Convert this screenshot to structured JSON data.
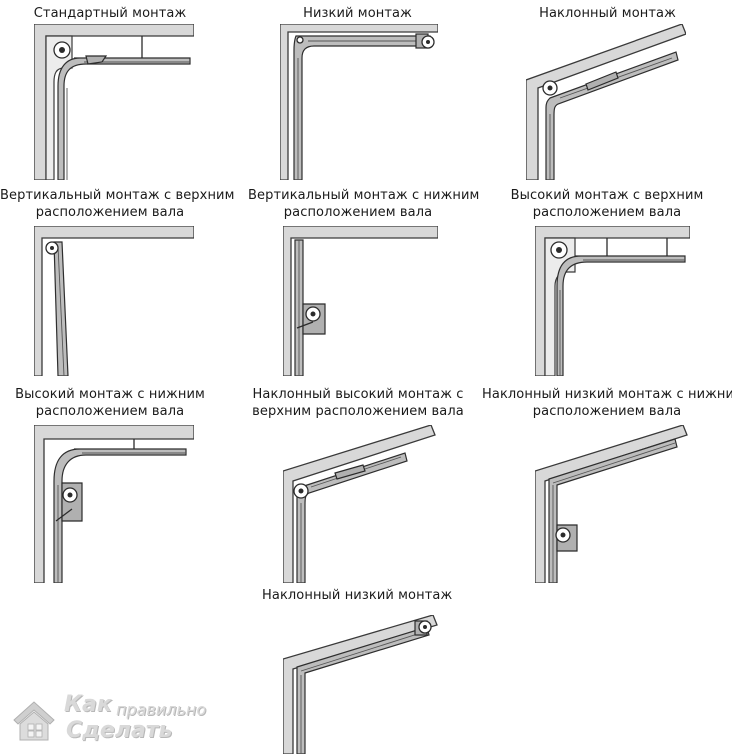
{
  "captions": [
    {
      "id": "standard",
      "lines": [
        "Стандартный монтаж"
      ]
    },
    {
      "id": "low",
      "lines": [
        "Низкий монтаж"
      ]
    },
    {
      "id": "inclined",
      "lines": [
        "Наклонный монтаж"
      ]
    },
    {
      "id": "vertical-top",
      "lines": [
        "Вертикальный монтаж с верхним",
        "расположением вала"
      ]
    },
    {
      "id": "vertical-bottom",
      "lines": [
        "Вертикальный монтаж с нижним",
        "расположением вала"
      ]
    },
    {
      "id": "high-top",
      "lines": [
        "Высокий монтаж с верхним",
        "расположением вала"
      ]
    },
    {
      "id": "high-bottom",
      "lines": [
        "Высокий монтаж с нижним",
        "расположением вала"
      ]
    },
    {
      "id": "inclined-high-top",
      "lines": [
        "Наклонный высокий монтаж с",
        "верхним расположением вала"
      ]
    },
    {
      "id": "inclined-low-bottom",
      "lines": [
        "Наклонный низкий монтаж с нижним",
        "расположением вала"
      ]
    },
    {
      "id": "inclined-low",
      "lines": [
        "Наклонный низкий монтаж"
      ]
    }
  ],
  "logo": {
    "line1": "Как",
    "line2": "правильно",
    "line3": "Сделать",
    "icon": "house-icon"
  }
}
